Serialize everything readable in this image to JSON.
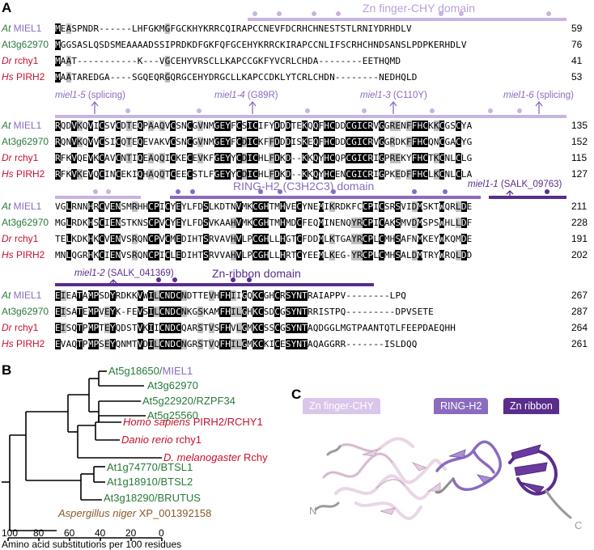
{
  "panels": {
    "a": "A",
    "b": "B",
    "c": "C"
  },
  "domains": {
    "zn_finger_chy": "Zn finger-CHY domain",
    "ring_h2": "RING-H2 (C3H2C3) domain",
    "zn_ribbon": "Zn-ribbon domain"
  },
  "annotations": {
    "miel1_5": "miel1-5",
    "miel1_5_note": " (splicing)",
    "miel1_4": "miel1-4",
    "miel1_4_note": " (G89R)",
    "miel1_3": "miel1-3",
    "miel1_3_note": " (C110Y)",
    "miel1_6": "miel1-6",
    "miel1_6_note": " (splicing)",
    "miel1_1": "miel1-1",
    "miel1_1_note": " (SALK_09763)",
    "miel1_2": "miel1-2",
    "miel1_2_note": " (SALK_041369)"
  },
  "alignment_blocks": [
    {
      "rows": [
        {
          "sp1": "At",
          "sp2": " MIEL1",
          "seq": "MEASPNDR------LHFGKMGFGCKHYKRRCQIRAPCCNEVFDCRHCHNESTSTLRNIYDRHDLV",
          "end": "59"
        },
        {
          "sp1": "At3g62970",
          "sp2": "",
          "seq": "MGGSASLQSDSMEAAAADSSIPRDKDFGKFQFGCEHYKRRCKIRAPCCNLIFSCRHCHNDSANSLPDPKERHDLV",
          "end": "76"
        },
        {
          "sp1": "Dr",
          "sp2": " rchy1",
          "seq": "MAAT-----------K---VGCEHYVRSCLLKAPCCGKFYVCRLCHDA--------EETHQMD",
          "end": "41"
        },
        {
          "sp1": "Hs",
          "sp2": " PIRH2",
          "seq": "MAATAREDGA----SGQEQRGQRGCEHYDRGCLLKAPCCDKLYTCRLCHDN--------NEDHQLD",
          "end": "53"
        }
      ]
    },
    {
      "rows": [
        {
          "sp1": "At",
          "sp2": " MIEL1",
          "seq": "RQDVKQVICSVCDTEQPAAQVCSNCGVNMGEYFCSICIFYDDDTEKQQFHCDDCGICRVGGRENFFHCKKCGSCYA",
          "end": "135"
        },
        {
          "sp1": "At3g62970",
          "sp2": "",
          "seq": "RQNVKQVVCSICQTEQEVAKVCSNCGVNMGEYFCDICKFFDDDISKEQFHCDDCGICRVGGRDKFFHCQNCGACYG",
          "end": "152"
        },
        {
          "sp1": "Dr",
          "sp2": " rchy1",
          "seq": "RFKVQEVKCAVCNTIQEAQQICKECEVKFGEYYCDICHLFDKD--KKQYHCQPCGICRIGPREKYFHCTKCNLCLG",
          "end": "115"
        },
        {
          "sp1": "Hs",
          "sp2": " PIRH2",
          "seq": "RFKVKEVQCINCEKIQHAQQTCEECSTLFGEYYCDICHLFDKD--KKQYHCENCGICRIGPKEDFFHCLKCNLCLA",
          "end": "127"
        }
      ]
    },
    {
      "rows": [
        {
          "sp1": "At",
          "sp2": " MIEL1",
          "seq": "VGLRNNHRCVENSMRHHCPICYEYLFDSLKDTNVMKCGHTMHVECYNEMIKRDKFCCPICSRSVIDMSKTWQRLDE",
          "end": "211"
        },
        {
          "sp1": "At3g62970",
          "sp2": "",
          "seq": "MGLRDKHSCIENSTKNSCPVCYEYLFDSVKAAHVMKCGHTMHMDCFEQMINENQYRCPICAKSMVDMSPSWHLLDF",
          "end": "228"
        },
        {
          "sp1": "Dr",
          "sp2": " rchy1",
          "seq": "TELKDKHKCVENVSRQNCPVCMEDIHTSRVAVHVLPCGHLLHGTCFDDMLKTGAYRCPLCMHSAFNMKEYWKQMDE",
          "end": "191"
        },
        {
          "sp1": "Hs",
          "sp2": " PIRH2",
          "seq": "MNLQGRHKCIENVSRQNCPICLEDIHTSRVVAHVLPCGHLLHRTCYEEMLKEG-YRCPLCMHSALDMTRYWRQLDD",
          "end": "202"
        }
      ]
    },
    {
      "rows": [
        {
          "sp1": "At",
          "sp2": " MIEL1",
          "seq": "EIEATAMPSDYRDKKVWILCNDCNDTTEVHFHIIGQKCGHCRSYNTRAIAPPV--------LPQ",
          "end": "267"
        },
        {
          "sp1": "At3g62970",
          "sp2": "",
          "seq": "EISATEMPVEYK-FEVSILCNDCNKGSKAMFHILGHKCSDCGSYNTRRISTPQ---------DPVSETE",
          "end": "287"
        },
        {
          "sp1": "Dr",
          "sp2": " rchy1",
          "seq": "EISQTPMPTEYQDSTVKIICNDCQARSTVSFHVLGMKCSSCGSYNTAQDGGLMGTPAANTQTLFEEPDAEQHH",
          "end": "264"
        },
        {
          "sp1": "Hs",
          "sp2": " PIRH2",
          "seq": "EVAQTPMPSEYQNMTVDILCNDCNGRSTVQFHILGMKCKICESYNTAQAGGRR-------ISLDQQ",
          "end": "261"
        }
      ]
    }
  ],
  "tree": {
    "leaves": [
      {
        "name": "At5g18650/",
        "name2": "MIEL1"
      },
      {
        "name": "At3g62970",
        "name2": ""
      },
      {
        "name": "At5g22920/RZPF34",
        "name2": ""
      },
      {
        "name": "At5g25560",
        "name2": ""
      },
      {
        "name": "Homo sapiens",
        "name2": " PIRH2/RCHY1"
      },
      {
        "name": "Danio rerio",
        "name2": " rchy1"
      },
      {
        "name": "D. melanogaster",
        "name2": " Rchy"
      },
      {
        "name": "At1g74770/BTSL1",
        "name2": ""
      },
      {
        "name": "At1g18910/BTSL2",
        "name2": ""
      },
      {
        "name": "At3g18290/BRUTUS",
        "name2": ""
      },
      {
        "name": "Aspergillus niger",
        "name2": " XP_001392158"
      }
    ],
    "axis_ticks": [
      "100",
      "80",
      "60",
      "40",
      "20",
      "0"
    ],
    "axis_label": "Amino acid substitutions per 100 residues"
  },
  "structure": {
    "legend": [
      "Zn finger-CHY",
      "RING-H2",
      "Zn ribbon"
    ],
    "n_label": "N",
    "c_label": "C"
  },
  "colors": {
    "light_purple": "#c9b3e0",
    "mid_purple": "#8a6bbf",
    "dark_purple": "#5a2d8c",
    "green": "#2a7a3a",
    "red": "#c8102e",
    "brown": "#8a5a2b"
  }
}
